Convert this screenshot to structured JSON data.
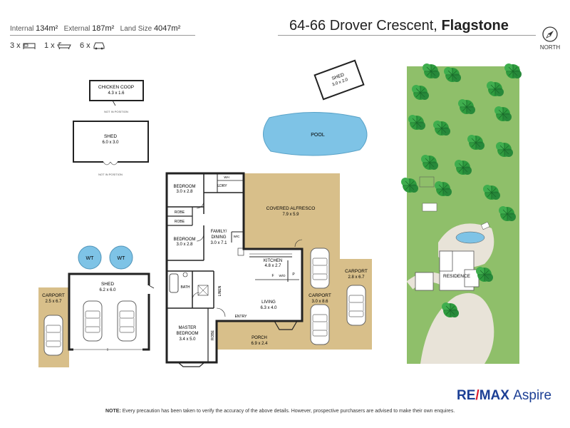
{
  "header": {
    "internal_label": "Internal",
    "internal_value": "134m²",
    "external_label": "External",
    "external_value": "187m²",
    "land_label": "Land Size",
    "land_value": "4047m²",
    "address_street": "64-66 Drover Crescent,",
    "address_suburb": "Flagstone",
    "north_label": "NORTH",
    "beds": "3 x",
    "baths": "1 x",
    "cars": "6 x"
  },
  "rooms": {
    "chicken_coop": {
      "name": "CHICKEN COOP",
      "dims": "4.3 x 1.6",
      "note": "NOT IN POSITION"
    },
    "shed_top": {
      "name": "SHED",
      "dims": "6.0 x 3.0",
      "note": "NOT IN POSITION"
    },
    "shed_angled": {
      "name": "SHED",
      "dims": "3.0 x 2.0"
    },
    "pool": {
      "name": "POOL"
    },
    "bedroom1": {
      "name": "BEDROOM",
      "dims": "3.0 x 2.8"
    },
    "wh": {
      "name": "WH"
    },
    "ldry": {
      "name": "LDRY"
    },
    "robe1": {
      "name": "ROBE"
    },
    "robe2": {
      "name": "ROBE"
    },
    "bedroom2": {
      "name": "BEDROOM",
      "dims": "3.0 x 2.8"
    },
    "family": {
      "name": "FAMILY/",
      "name2": "DINING",
      "dims": "3.0 x 7.1"
    },
    "wc": {
      "name": "W/C"
    },
    "alfresco": {
      "name": "COVERED ALFRESCO",
      "dims": "7.9 x 5.9"
    },
    "kitchen": {
      "name": "KITCHEN",
      "dims": "4.8 x 2.7"
    },
    "fridge": {
      "name": "F"
    },
    "wo": {
      "name": "W/O"
    },
    "pantry": {
      "name": "P"
    },
    "bath": {
      "name": "BATH"
    },
    "linen": {
      "name": "LINEN"
    },
    "living": {
      "name": "LIVING",
      "dims": "6.3 x 4.0"
    },
    "entry": {
      "name": "ENTRY"
    },
    "master": {
      "name": "MASTER",
      "name2": "BEDROOM",
      "dims": "3.4 x 5.0"
    },
    "robe3": {
      "name": "ROBE"
    },
    "porch": {
      "name": "PORCH",
      "dims": "6.9 x 2.4"
    },
    "carport_mid": {
      "name": "CARPORT",
      "dims": "3.0 x 8.6"
    },
    "carport_right": {
      "name": "CARPORT",
      "dims": "2.8 x 6.7"
    },
    "carport_left": {
      "name": "CARPORT",
      "dims": "2.5 x 6.7"
    },
    "shed_big": {
      "name": "SHED",
      "dims": "6.2 x 6.0"
    },
    "wt1": {
      "name": "WT"
    },
    "wt2": {
      "name": "WT"
    }
  },
  "site": {
    "residence": "RESIDENCE"
  },
  "footer": {
    "note_label": "NOTE:",
    "note_text": "Every precaution has been taken to verify the accuracy of the above details. However, prospective purchasers are advised to make their own enquires.",
    "logo_re": "RE",
    "logo_slash": "/",
    "logo_max": "MAX",
    "logo_aspire": "Aspire"
  },
  "colors": {
    "tan": "#d8bf8a",
    "pool": "#7ec3e6",
    "grass": "#8fbf6a",
    "tree": "#2e9b3e",
    "brand_blue": "#1c3f95",
    "brand_red": "#dc1c2e"
  }
}
